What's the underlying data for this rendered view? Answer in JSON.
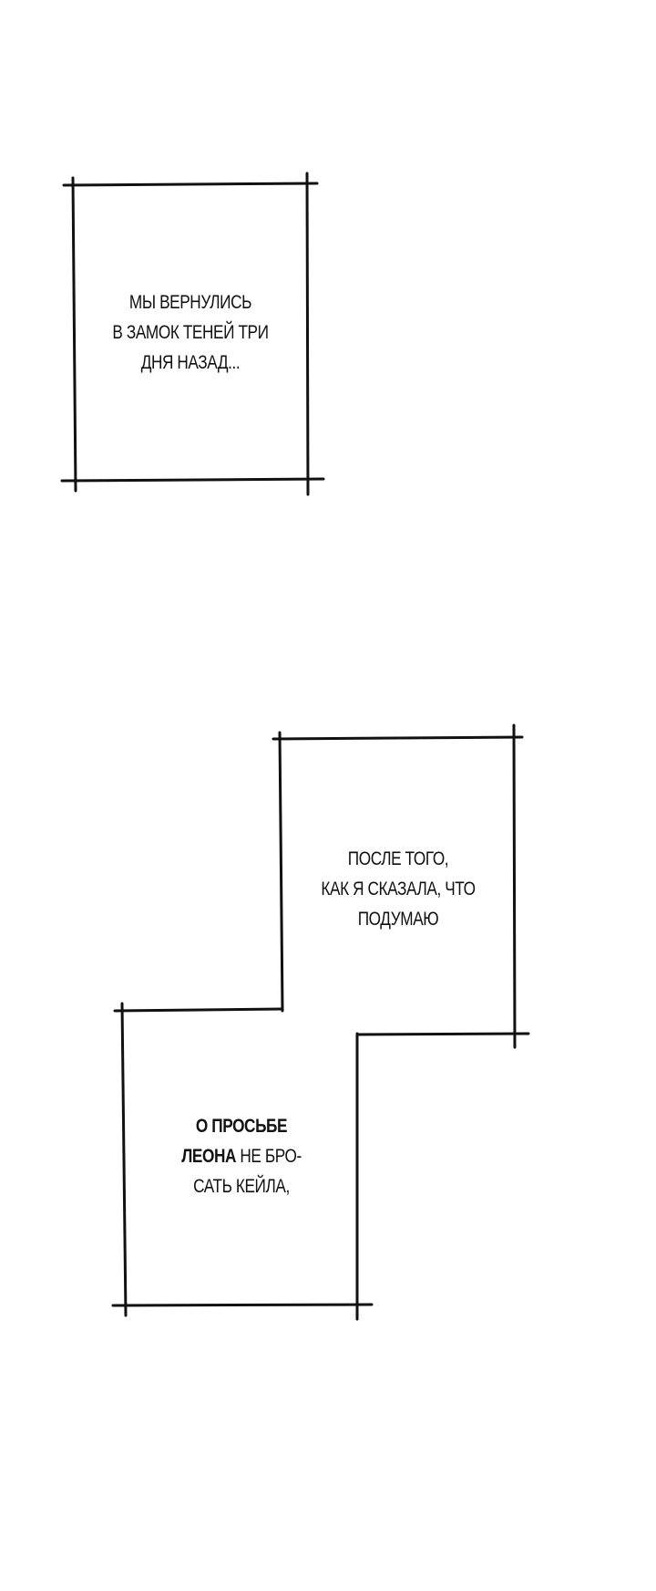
{
  "panels": [
    {
      "id": "panel-1",
      "lines": [
        "МЫ ВЕРНУЛИСЬ",
        "В ЗАМОК ТЕНЕЙ ТРИ",
        "ДНЯ НАЗАД..."
      ]
    },
    {
      "id": "panel-2",
      "lines": [
        "ПОСЛЕ ТОГО,",
        "КАК Я СКАЗАЛА, ЧТО",
        "ПОДУМАЮ"
      ]
    },
    {
      "id": "panel-3",
      "line1_bold": "О ПРОСЬБЕ",
      "line2_bold": "ЛЕОНА",
      "line2_rest": " НЕ БРО-",
      "line3": "САТЬ КЕЙЛА,"
    }
  ],
  "colors": {
    "ink": "#111111",
    "background": "#ffffff"
  }
}
